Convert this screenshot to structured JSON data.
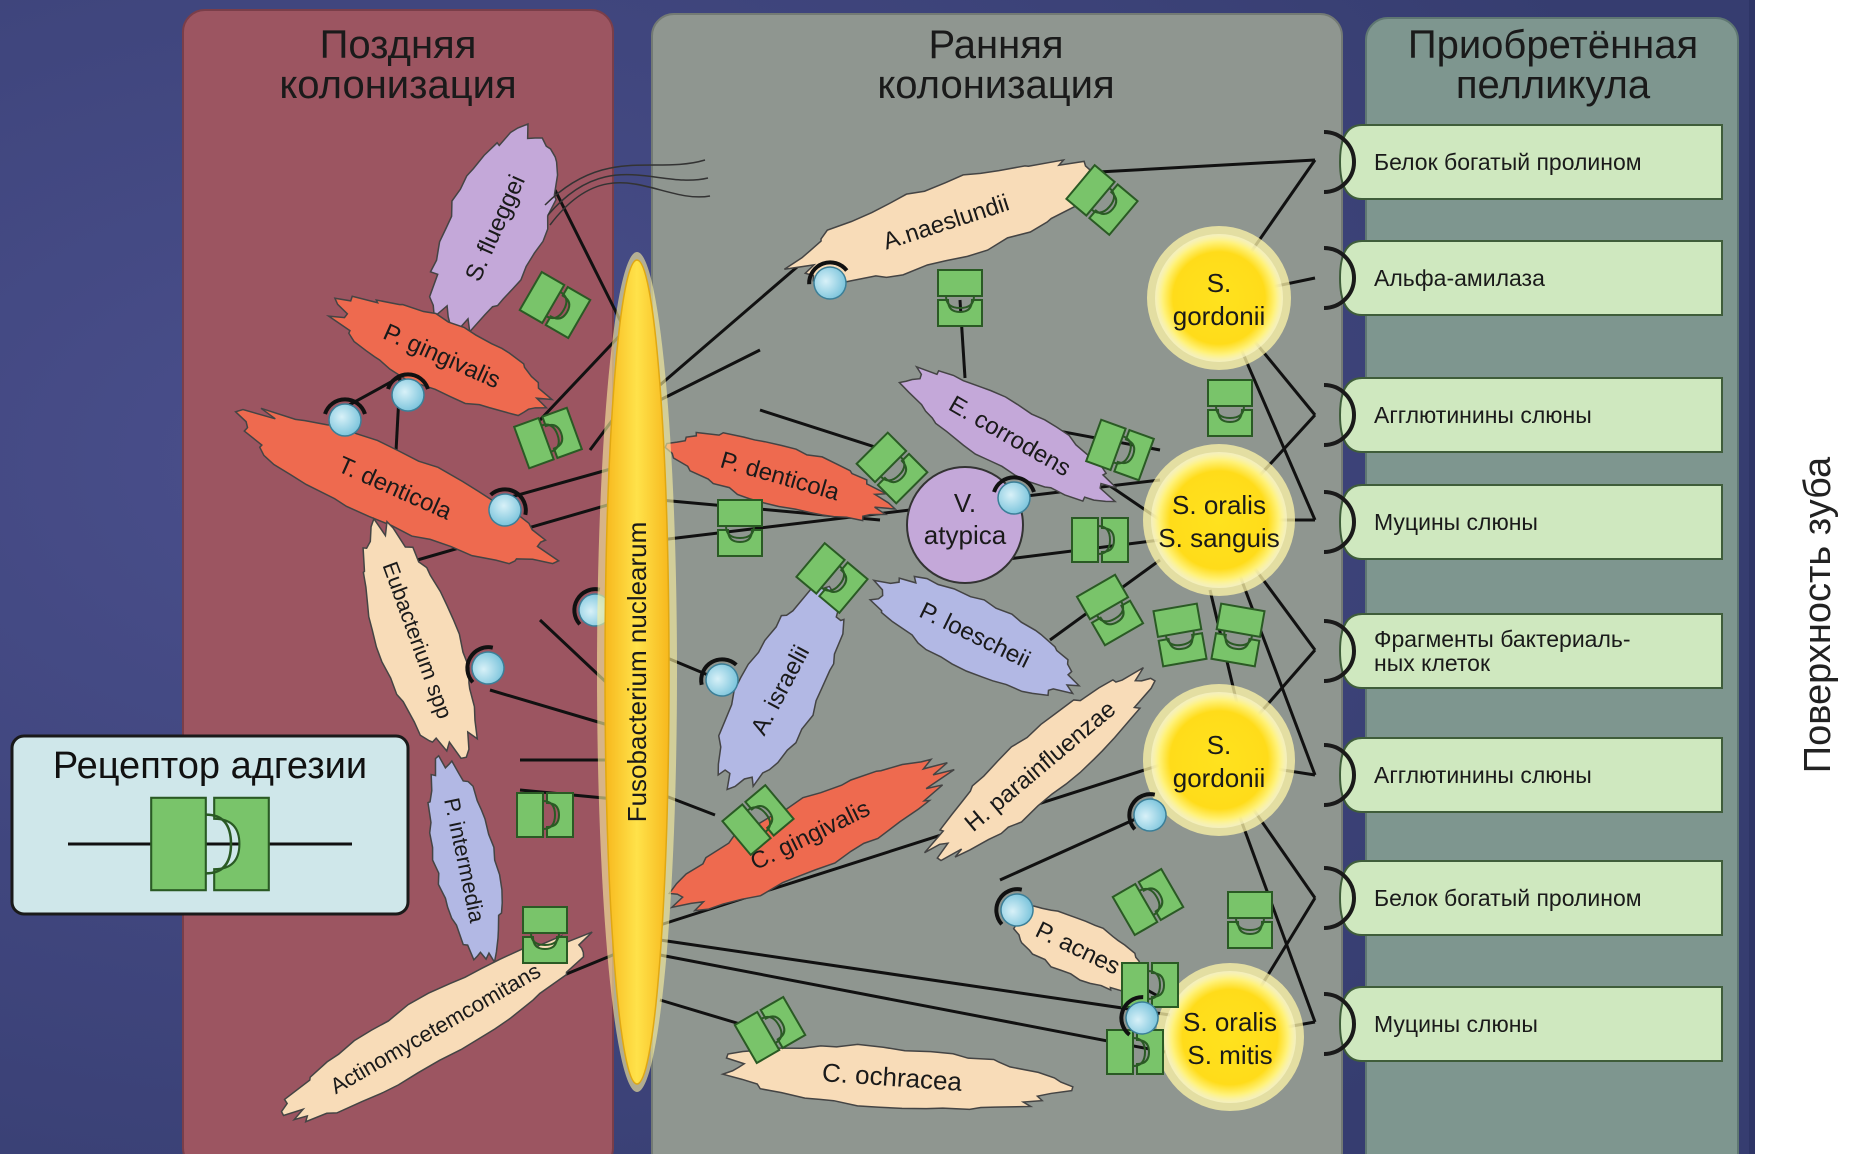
{
  "sections": {
    "late": "Поздняя колонизация",
    "early": "Ранняя колонизация",
    "pellicle": "Приобретённая пелликула"
  },
  "tooth_surface": "Поверхность зуба",
  "legend": {
    "title": "Рецептор адгезии"
  },
  "central": {
    "label": "Fusobacterium nuclearum"
  },
  "pellicle_items": [
    "Белок богатый пролином",
    "Альфа-амилаза",
    "Агглютинины слюны",
    "Муцины слюны",
    "Фрагменты бактериаль-\nных клеток",
    "Агглютинины слюны",
    "Белок богатый пролином",
    "Муцины слюны"
  ],
  "early_bacteria": [
    "S.\ngordonii",
    "S. oralis\nS. sanguis",
    "S.\ngordonii",
    "S. oralis\nS. mitis",
    "V.\natypica"
  ],
  "late_bacteria": [
    "S. flueggei",
    "P. gingivalis",
    "T. denticola",
    "Eubacterium spp",
    "P. intermedia",
    "Actinomycetemcomitans"
  ],
  "mid_bacteria": [
    "A.naeslundii",
    "E. corrodens",
    "P. denticola",
    "P. loescheii",
    "A. israelii",
    "H. parainfluenzae",
    "C. gingivalis",
    "P. acnes",
    "C. ochracea"
  ],
  "colors": {
    "background": "#3b4278",
    "late_panel": "#9c5561",
    "early_panel": "#8e9690",
    "pellicle_panel": "#7d958f",
    "pellicle_box": "#cfe8bf",
    "legend_box": "#cfe7ea",
    "receptor": "#79c46a",
    "sphere": "#ffdd1c",
    "fuso": "#f6cb1c",
    "peach": "#f8dcb8",
    "salmon": "#ee6a4f",
    "lilac": "#c4a8d9",
    "periwinkle": "#b2b8e4"
  }
}
